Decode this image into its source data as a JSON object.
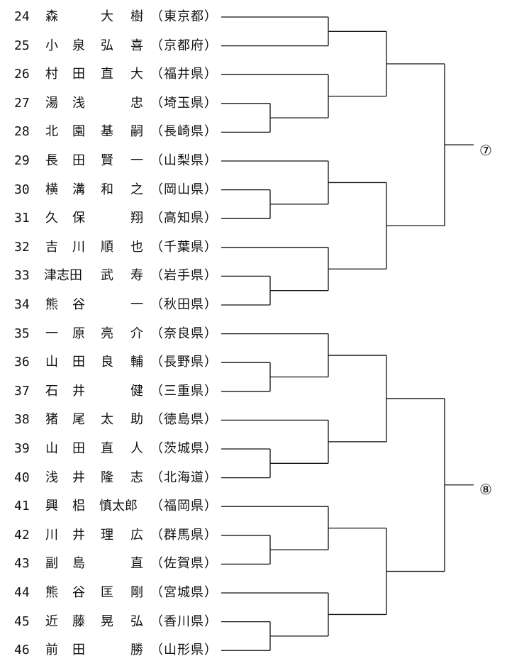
{
  "entries": [
    {
      "seed": "24",
      "name": [
        "森",
        "",
        "大",
        "樹"
      ],
      "prefecture": "（東京都）"
    },
    {
      "seed": "25",
      "name": [
        "小",
        "泉",
        "弘",
        "喜"
      ],
      "prefecture": "（京都府）"
    },
    {
      "seed": "26",
      "name": [
        "村",
        "田",
        "直",
        "大"
      ],
      "prefecture": "（福井県）"
    },
    {
      "seed": "27",
      "name": [
        "湯",
        "浅",
        "",
        "忠"
      ],
      "prefecture": "（埼玉県）"
    },
    {
      "seed": "28",
      "name": [
        "北",
        "園",
        "基",
        "嗣"
      ],
      "prefecture": "（長崎県）"
    },
    {
      "seed": "29",
      "name": [
        "長",
        "田",
        "賢",
        "一"
      ],
      "prefecture": "（山梨県）"
    },
    {
      "seed": "30",
      "name": [
        "横",
        "溝",
        "和",
        "之"
      ],
      "prefecture": "（岡山県）"
    },
    {
      "seed": "31",
      "name": [
        "久",
        "保",
        "",
        "翔"
      ],
      "prefecture": "（高知県）"
    },
    {
      "seed": "32",
      "name": [
        "吉",
        "川",
        "順",
        "也"
      ],
      "prefecture": "（千葉県）"
    },
    {
      "seed": "33",
      "name": [
        "津志田",
        "",
        "武",
        "寿"
      ],
      "prefecture": "（岩手県）"
    },
    {
      "seed": "34",
      "name": [
        "熊",
        "谷",
        "",
        "一"
      ],
      "prefecture": "（秋田県）"
    },
    {
      "seed": "35",
      "name": [
        "一",
        "原",
        "亮",
        "介"
      ],
      "prefecture": "（奈良県）"
    },
    {
      "seed": "36",
      "name": [
        "山",
        "田",
        "良",
        "輔"
      ],
      "prefecture": "（長野県）"
    },
    {
      "seed": "37",
      "name": [
        "石",
        "井",
        "",
        "健"
      ],
      "prefecture": "（三重県）"
    },
    {
      "seed": "38",
      "name": [
        "猪",
        "尾",
        "太",
        "助"
      ],
      "prefecture": "（徳島県）"
    },
    {
      "seed": "39",
      "name": [
        "山",
        "田",
        "直",
        "人"
      ],
      "prefecture": "（茨城県）"
    },
    {
      "seed": "40",
      "name": [
        "浅",
        "井",
        "隆",
        "志"
      ],
      "prefecture": "（北海道）"
    },
    {
      "seed": "41",
      "name": [
        "興",
        "梠",
        "慎太郎",
        ""
      ],
      "prefecture": "（福岡県）"
    },
    {
      "seed": "42",
      "name": [
        "川",
        "井",
        "理",
        "広"
      ],
      "prefecture": "（群馬県）"
    },
    {
      "seed": "43",
      "name": [
        "副",
        "島",
        "",
        "直"
      ],
      "prefecture": "（佐賀県）"
    },
    {
      "seed": "44",
      "name": [
        "熊",
        "谷",
        "匡",
        "剛"
      ],
      "prefecture": "（宮城県）"
    },
    {
      "seed": "45",
      "name": [
        "近",
        "藤",
        "晃",
        "弘"
      ],
      "prefecture": "（香川県）"
    },
    {
      "seed": "46",
      "name": [
        "前",
        "田",
        "",
        "勝"
      ],
      "prefecture": "（山形県）"
    }
  ],
  "winners": [
    "⑦",
    "⑧"
  ]
}
